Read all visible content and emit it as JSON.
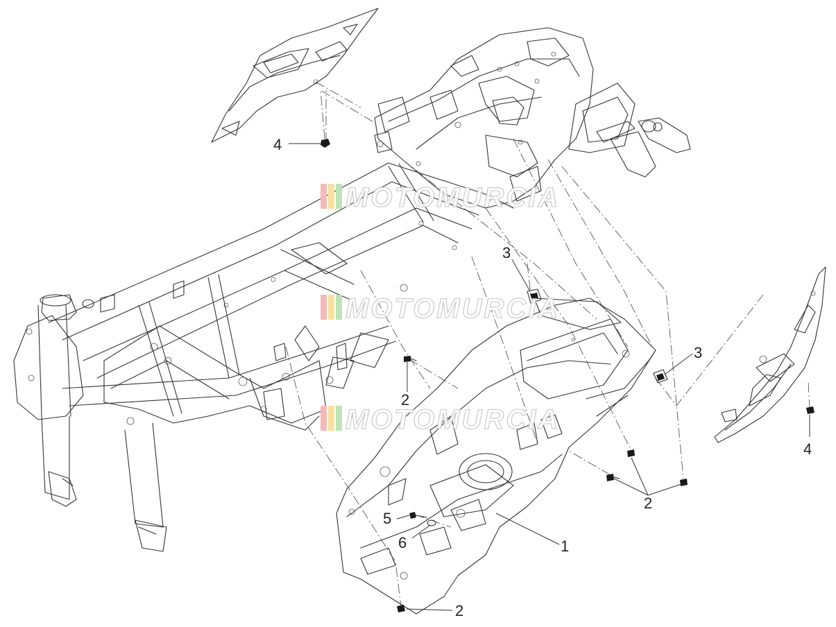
{
  "watermark": {
    "text": "MOTOMURCIA",
    "colors": [
      "#f4b9b9",
      "#f7e19c",
      "#bfe3b4",
      "#cccccc"
    ]
  },
  "callouts": [
    {
      "id": "c-4-top",
      "label": "4"
    },
    {
      "id": "c-3-center",
      "label": "3"
    },
    {
      "id": "c-3-right",
      "label": "3"
    },
    {
      "id": "c-2-left",
      "label": "2"
    },
    {
      "id": "c-2-right",
      "label": "2"
    },
    {
      "id": "c-4-right",
      "label": "4"
    },
    {
      "id": "c-5",
      "label": "5"
    },
    {
      "id": "c-6",
      "label": "6"
    },
    {
      "id": "c-1",
      "label": "1"
    },
    {
      "id": "c-2-bottom",
      "label": "2"
    }
  ],
  "colors": {
    "line": "#333333",
    "background": "#ffffff"
  }
}
